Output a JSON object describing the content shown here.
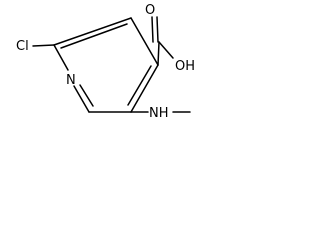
{
  "molecule": {
    "atoms": {
      "chlorine": "Cl",
      "ring_nitrogen": "N",
      "carbonyl_oxygen": "O",
      "hydroxyl": "OH",
      "amine": "NH"
    }
  }
}
